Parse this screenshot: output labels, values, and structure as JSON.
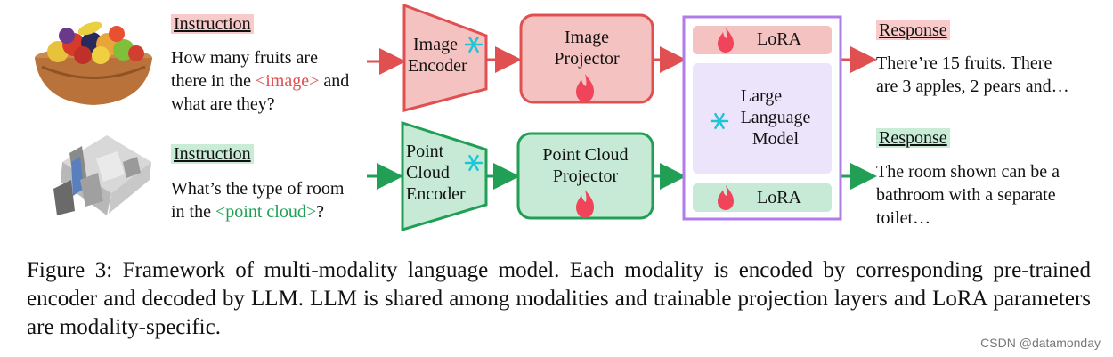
{
  "row1": {
    "instruction_header": "Instruction",
    "instruction_text_1": "How many fruits are",
    "instruction_text_2a": "there in the ",
    "instruction_token": "<image>",
    "instruction_text_2b": " and",
    "instruction_text_3": "what are they?",
    "encoder_label_1": "Image",
    "encoder_label_2": "Encoder",
    "projector_label_1": "Image",
    "projector_label_2": "Projector",
    "lora_label": "LoRA",
    "response_header": "Response",
    "response_text_1": "There’re 15 fruits. There",
    "response_text_2": "are 3 apples, 2 pears and…"
  },
  "row2": {
    "instruction_header": "Instruction",
    "instruction_text_1": "What’s the type of room",
    "instruction_text_2a": "in the ",
    "instruction_token": "<point cloud>",
    "instruction_text_2b": "?",
    "encoder_label_1": "Point",
    "encoder_label_2": "Cloud",
    "encoder_label_3": "Encoder",
    "projector_label_1": "Point Cloud",
    "projector_label_2": "Projector",
    "lora_label": "LoRA",
    "response_header": "Response",
    "response_text_1": "The room shown can be a",
    "response_text_2": "bathroom with a separate",
    "response_text_3": "toilet…"
  },
  "llm": {
    "label_1": "Large",
    "label_2": "Language",
    "label_3": "Model"
  },
  "icons": {
    "frozen": "snowflake-icon",
    "trainable": "flame-icon"
  },
  "colors": {
    "red_stroke": "#e05050",
    "red_fill": "#f4c2c0",
    "green_stroke": "#21a055",
    "green_fill": "#c6ead6",
    "purple": "#b07ce8",
    "llm_fill": "#ece4fb",
    "snowflake": "#1cc6d6",
    "flame": "#f0445a"
  },
  "caption": "Figure 3: Framework of multi-modality language model. Each modality is encoded by corresponding pre-trained encoder and decoded by LLM. LLM is shared among modalities and trainable projection layers and LoRA parameters are modality-specific.",
  "watermark": "CSDN @datamonday"
}
